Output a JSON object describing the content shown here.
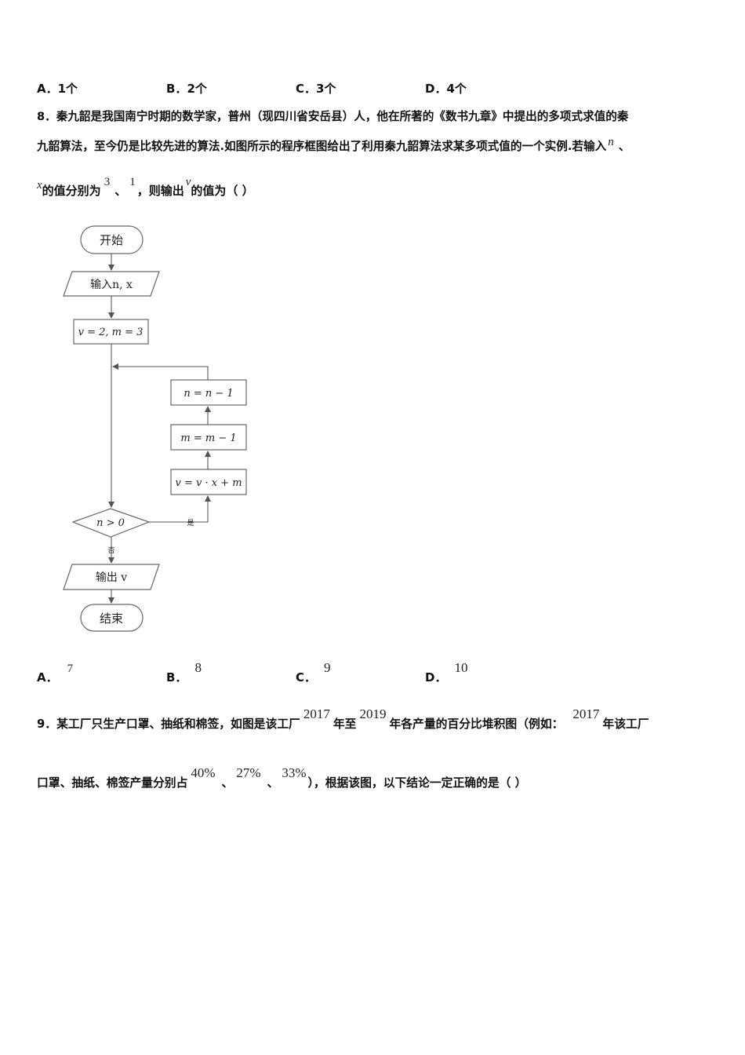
{
  "q7_options": [
    {
      "letter": "A．",
      "text": "1个"
    },
    {
      "letter": "B．",
      "text": "2个"
    },
    {
      "letter": "C．",
      "text": "3个"
    },
    {
      "letter": "D．",
      "text": "4个"
    }
  ],
  "q8": {
    "line1": "8．秦九韶是我国南宁时期的数学家，普州（现四川省安岳县）人，他在所著的《数书九章》中提出的多项式求值的秦",
    "line2": "九韶算法，至今仍是比较先进的算法.如图所示的程序框图给出了利用秦九韶算法求某多项式值的一个实例.若输入",
    "var_n": "n",
    "sep_after_n": "、",
    "var_x": "x",
    "text_values": "的值分别为",
    "val_3": "3",
    "sep_dun": "、",
    "val_1": "1",
    "text_output": "，则输出",
    "var_v": "v",
    "text_end": "的值为（    ）",
    "options": [
      {
        "letter": "A．",
        "value": "7"
      },
      {
        "letter": "B．",
        "value": "8"
      },
      {
        "letter": "C．",
        "value": "9"
      },
      {
        "letter": "D．",
        "value": "10"
      }
    ]
  },
  "flowchart": {
    "start": "开始",
    "input": "输入n, x",
    "init": "v = 2, m = 3",
    "step_n": "n = n − 1",
    "step_m": "m = m − 1",
    "step_v": "v = v · x + m",
    "condition": "n > 0",
    "yes": "是",
    "no": "否",
    "output": "输出 v",
    "end": "结束"
  },
  "q9": {
    "t1": "9．某工厂只生产口罩、抽纸和棉签，如图是该工厂",
    "y1": "2017",
    "t2": "年至",
    "y2": "2019",
    "t3": "年各产量的百分比堆积图（例如：",
    "y3": "2017",
    "t4": "年该工厂",
    "t5": "口罩、抽纸、棉签产量分别占",
    "p1": "40%",
    "s1": "、",
    "p2": "27%",
    "s2": "、",
    "p3": "33%",
    "t6": "），根据该图，以下结论一定正确的是（    ）"
  }
}
